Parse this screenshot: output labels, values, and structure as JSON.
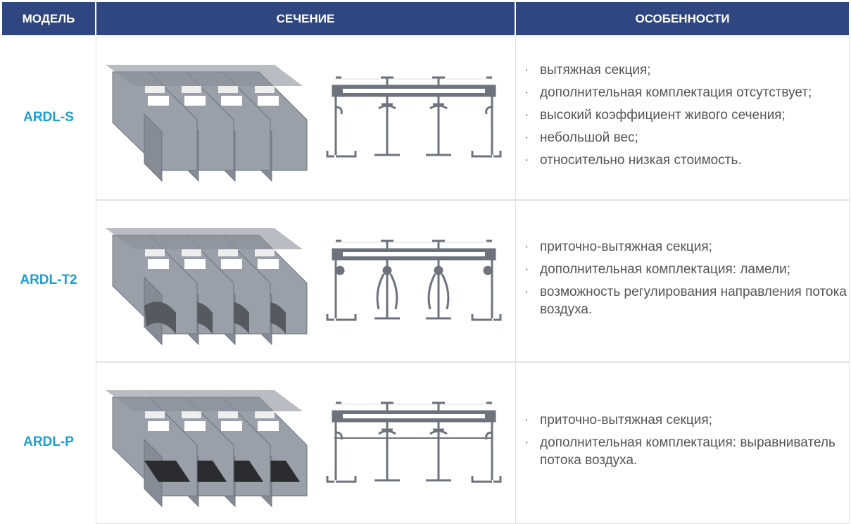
{
  "header": {
    "model": "МОДЕЛЬ",
    "section": "СЕЧЕНИЕ",
    "features": "ОСОБЕННОСТИ"
  },
  "colors": {
    "header": "#2f4680",
    "model": "#1a9fd6",
    "text": "#555555"
  },
  "rows": [
    {
      "model": "ARDL-S",
      "variant": "s",
      "features": [
        "вытяжная секция;",
        "дополнительная комплектация отсутствует;",
        "высокий коэффициент живого сечения;",
        "небольшой вес;",
        "относительно низкая стоимость."
      ]
    },
    {
      "model": "ARDL-T2",
      "variant": "t2",
      "features": [
        "приточно-вытяжная секция;",
        "дополнительная комплектация: ламели;",
        "возможность регулирования направления потока воздуха."
      ]
    },
    {
      "model": "ARDL-P",
      "variant": "p",
      "features": [
        "приточно-вытяжная секция;",
        "дополнительная комплектация: выравниватель потока воздуха."
      ]
    }
  ]
}
